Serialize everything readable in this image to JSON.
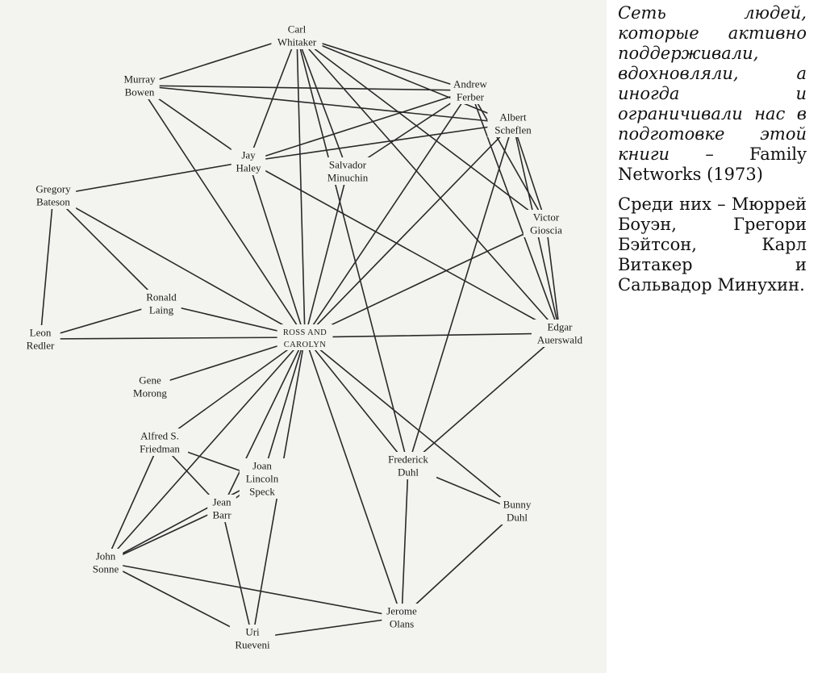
{
  "diagram": {
    "nodes": [
      {
        "id": "whitaker",
        "lines": [
          "Carl",
          "Whitaker"
        ]
      },
      {
        "id": "bowen",
        "lines": [
          "Murray",
          "Bowen"
        ]
      },
      {
        "id": "ferber",
        "lines": [
          "Andrew",
          "Ferber"
        ]
      },
      {
        "id": "scheflen",
        "lines": [
          "Albert",
          "Scheflen"
        ]
      },
      {
        "id": "haley",
        "lines": [
          "Jay",
          "Haley"
        ]
      },
      {
        "id": "minuchin",
        "lines": [
          "Salvador",
          "Minuchin"
        ]
      },
      {
        "id": "bateson",
        "lines": [
          "Gregory",
          "Bateson"
        ]
      },
      {
        "id": "gioscia",
        "lines": [
          "Victor",
          "Gioscia"
        ]
      },
      {
        "id": "laing",
        "lines": [
          "Ronald",
          "Laing"
        ]
      },
      {
        "id": "redler",
        "lines": [
          "Leon",
          "Redler"
        ]
      },
      {
        "id": "center",
        "lines": [
          "ROSS AND",
          "CAROLYN"
        ],
        "center": true
      },
      {
        "id": "auerswald",
        "lines": [
          "Edgar",
          "Auerswald"
        ]
      },
      {
        "id": "morong",
        "lines": [
          "Gene",
          "Morong"
        ]
      },
      {
        "id": "friedman",
        "lines": [
          "Alfred S.",
          "Friedman"
        ]
      },
      {
        "id": "speck",
        "lines": [
          "Joan",
          "Lincoln",
          "Speck"
        ]
      },
      {
        "id": "fduhl",
        "lines": [
          "Frederick",
          "Duhl"
        ]
      },
      {
        "id": "barr",
        "lines": [
          "Jean",
          "Barr"
        ]
      },
      {
        "id": "bduhl",
        "lines": [
          "Bunny",
          "Duhl"
        ]
      },
      {
        "id": "sonne",
        "lines": [
          "John",
          "Sonne"
        ]
      },
      {
        "id": "olans",
        "lines": [
          "Jerome",
          "Olans"
        ]
      },
      {
        "id": "rueveni",
        "lines": [
          "Uri",
          "Rueveni"
        ]
      }
    ],
    "edges": [
      [
        "whitaker",
        "bowen"
      ],
      [
        "whitaker",
        "haley"
      ],
      [
        "whitaker",
        "minuchin"
      ],
      [
        "whitaker",
        "center"
      ],
      [
        "whitaker",
        "ferber"
      ],
      [
        "whitaker",
        "scheflen"
      ],
      [
        "whitaker",
        "auerswald"
      ],
      [
        "whitaker",
        "fduhl"
      ],
      [
        "whitaker",
        "gioscia"
      ],
      [
        "bowen",
        "haley"
      ],
      [
        "bowen",
        "scheflen"
      ],
      [
        "bowen",
        "ferber"
      ],
      [
        "bowen",
        "center"
      ],
      [
        "ferber",
        "haley"
      ],
      [
        "ferber",
        "minuchin"
      ],
      [
        "ferber",
        "center"
      ],
      [
        "ferber",
        "auerswald"
      ],
      [
        "ferber",
        "gioscia"
      ],
      [
        "scheflen",
        "haley"
      ],
      [
        "scheflen",
        "center"
      ],
      [
        "scheflen",
        "auerswald"
      ],
      [
        "scheflen",
        "gioscia"
      ],
      [
        "scheflen",
        "fduhl"
      ],
      [
        "haley",
        "bateson"
      ],
      [
        "haley",
        "center"
      ],
      [
        "haley",
        "auerswald"
      ],
      [
        "minuchin",
        "center"
      ],
      [
        "bateson",
        "laing"
      ],
      [
        "bateson",
        "redler"
      ],
      [
        "bateson",
        "center"
      ],
      [
        "gioscia",
        "auerswald"
      ],
      [
        "gioscia",
        "center"
      ],
      [
        "laing",
        "redler"
      ],
      [
        "laing",
        "center"
      ],
      [
        "redler",
        "center"
      ],
      [
        "center",
        "auerswald"
      ],
      [
        "center",
        "morong"
      ],
      [
        "center",
        "friedman"
      ],
      [
        "center",
        "speck"
      ],
      [
        "center",
        "barr"
      ],
      [
        "center",
        "sonne"
      ],
      [
        "center",
        "fduhl"
      ],
      [
        "center",
        "bduhl"
      ],
      [
        "center",
        "olans"
      ],
      [
        "center",
        "rueveni"
      ],
      [
        "auerswald",
        "fduhl"
      ],
      [
        "friedman",
        "speck"
      ],
      [
        "friedman",
        "barr"
      ],
      [
        "friedman",
        "sonne"
      ],
      [
        "speck",
        "barr"
      ],
      [
        "speck",
        "sonne"
      ],
      [
        "barr",
        "sonne"
      ],
      [
        "barr",
        "rueveni"
      ],
      [
        "fduhl",
        "olans"
      ],
      [
        "fduhl",
        "bduhl"
      ],
      [
        "bduhl",
        "olans"
      ],
      [
        "sonne",
        "olans"
      ],
      [
        "sonne",
        "rueveni"
      ],
      [
        "olans",
        "rueveni"
      ]
    ]
  },
  "caption": {
    "italic_text": "Сеть людей, которые активно поддерживали, вдохновляли, а иногда и ограничивали нас в подготовке этой книги –",
    "source": "Family Networks (1973)",
    "note": "Среди них – Мюррей Боуэн, Грегори Бэйтсон, Карл Витакер и Сальвадор Минухин."
  }
}
